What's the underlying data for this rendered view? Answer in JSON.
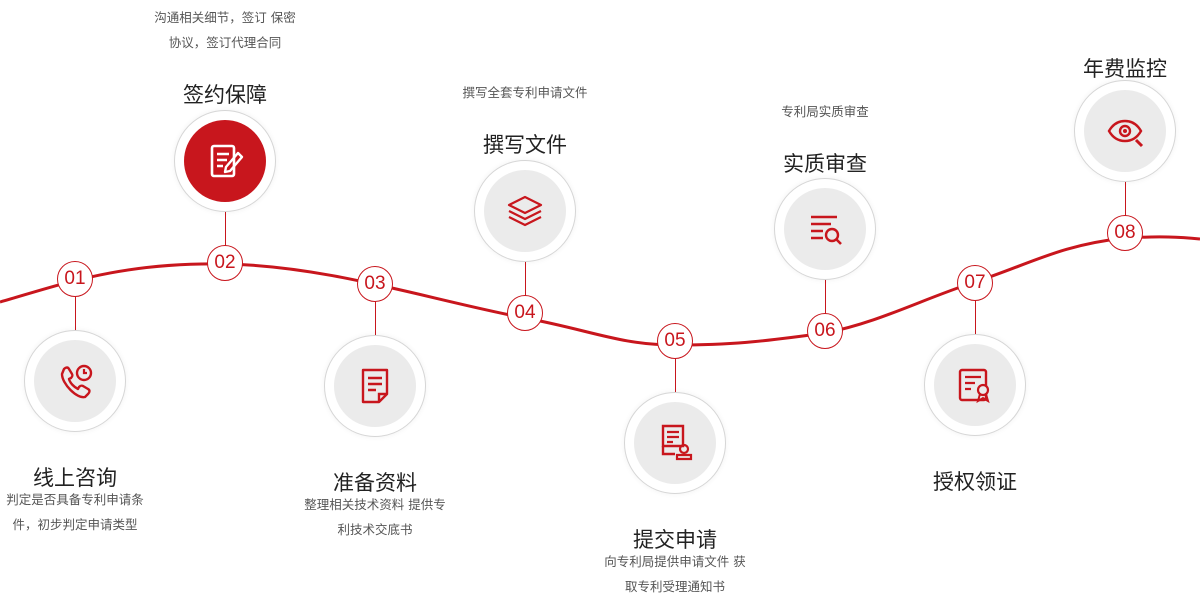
{
  "colors": {
    "accent": "#c8161d",
    "disc": "#ebebeb",
    "ring_border": "#d6d6d6"
  },
  "steps": [
    {
      "number": "01",
      "title": "线上咨询",
      "desc": [
        "判定是否具备专利申请条",
        "件，初步判定申请类型"
      ],
      "icon": "phone-clock-icon",
      "active": false
    },
    {
      "number": "02",
      "title": "签约保障",
      "desc": [
        "沟通相关细节，签订 保密",
        "协议，签订代理合同"
      ],
      "icon": "contract-sign-icon",
      "active": true
    },
    {
      "number": "03",
      "title": "准备资料",
      "desc": [
        "整理相关技术资料 提供专",
        "利技术交底书"
      ],
      "icon": "document-icon",
      "active": false
    },
    {
      "number": "04",
      "title": "撰写文件",
      "desc": [
        "撰写全套专利申请文件"
      ],
      "icon": "layers-icon",
      "active": false
    },
    {
      "number": "05",
      "title": "提交申请",
      "desc": [
        "向专利局提供申请文件 获",
        "取专利受理通知书"
      ],
      "icon": "stamp-document-icon",
      "active": false
    },
    {
      "number": "06",
      "title": "实质审查",
      "desc": [
        "专利局实质审查"
      ],
      "icon": "list-search-icon",
      "active": false
    },
    {
      "number": "07",
      "title": "授权领证",
      "desc": [],
      "icon": "certificate-icon",
      "active": false
    },
    {
      "number": "08",
      "title": "年费监控",
      "desc": [],
      "icon": "eye-search-icon",
      "active": false
    }
  ]
}
